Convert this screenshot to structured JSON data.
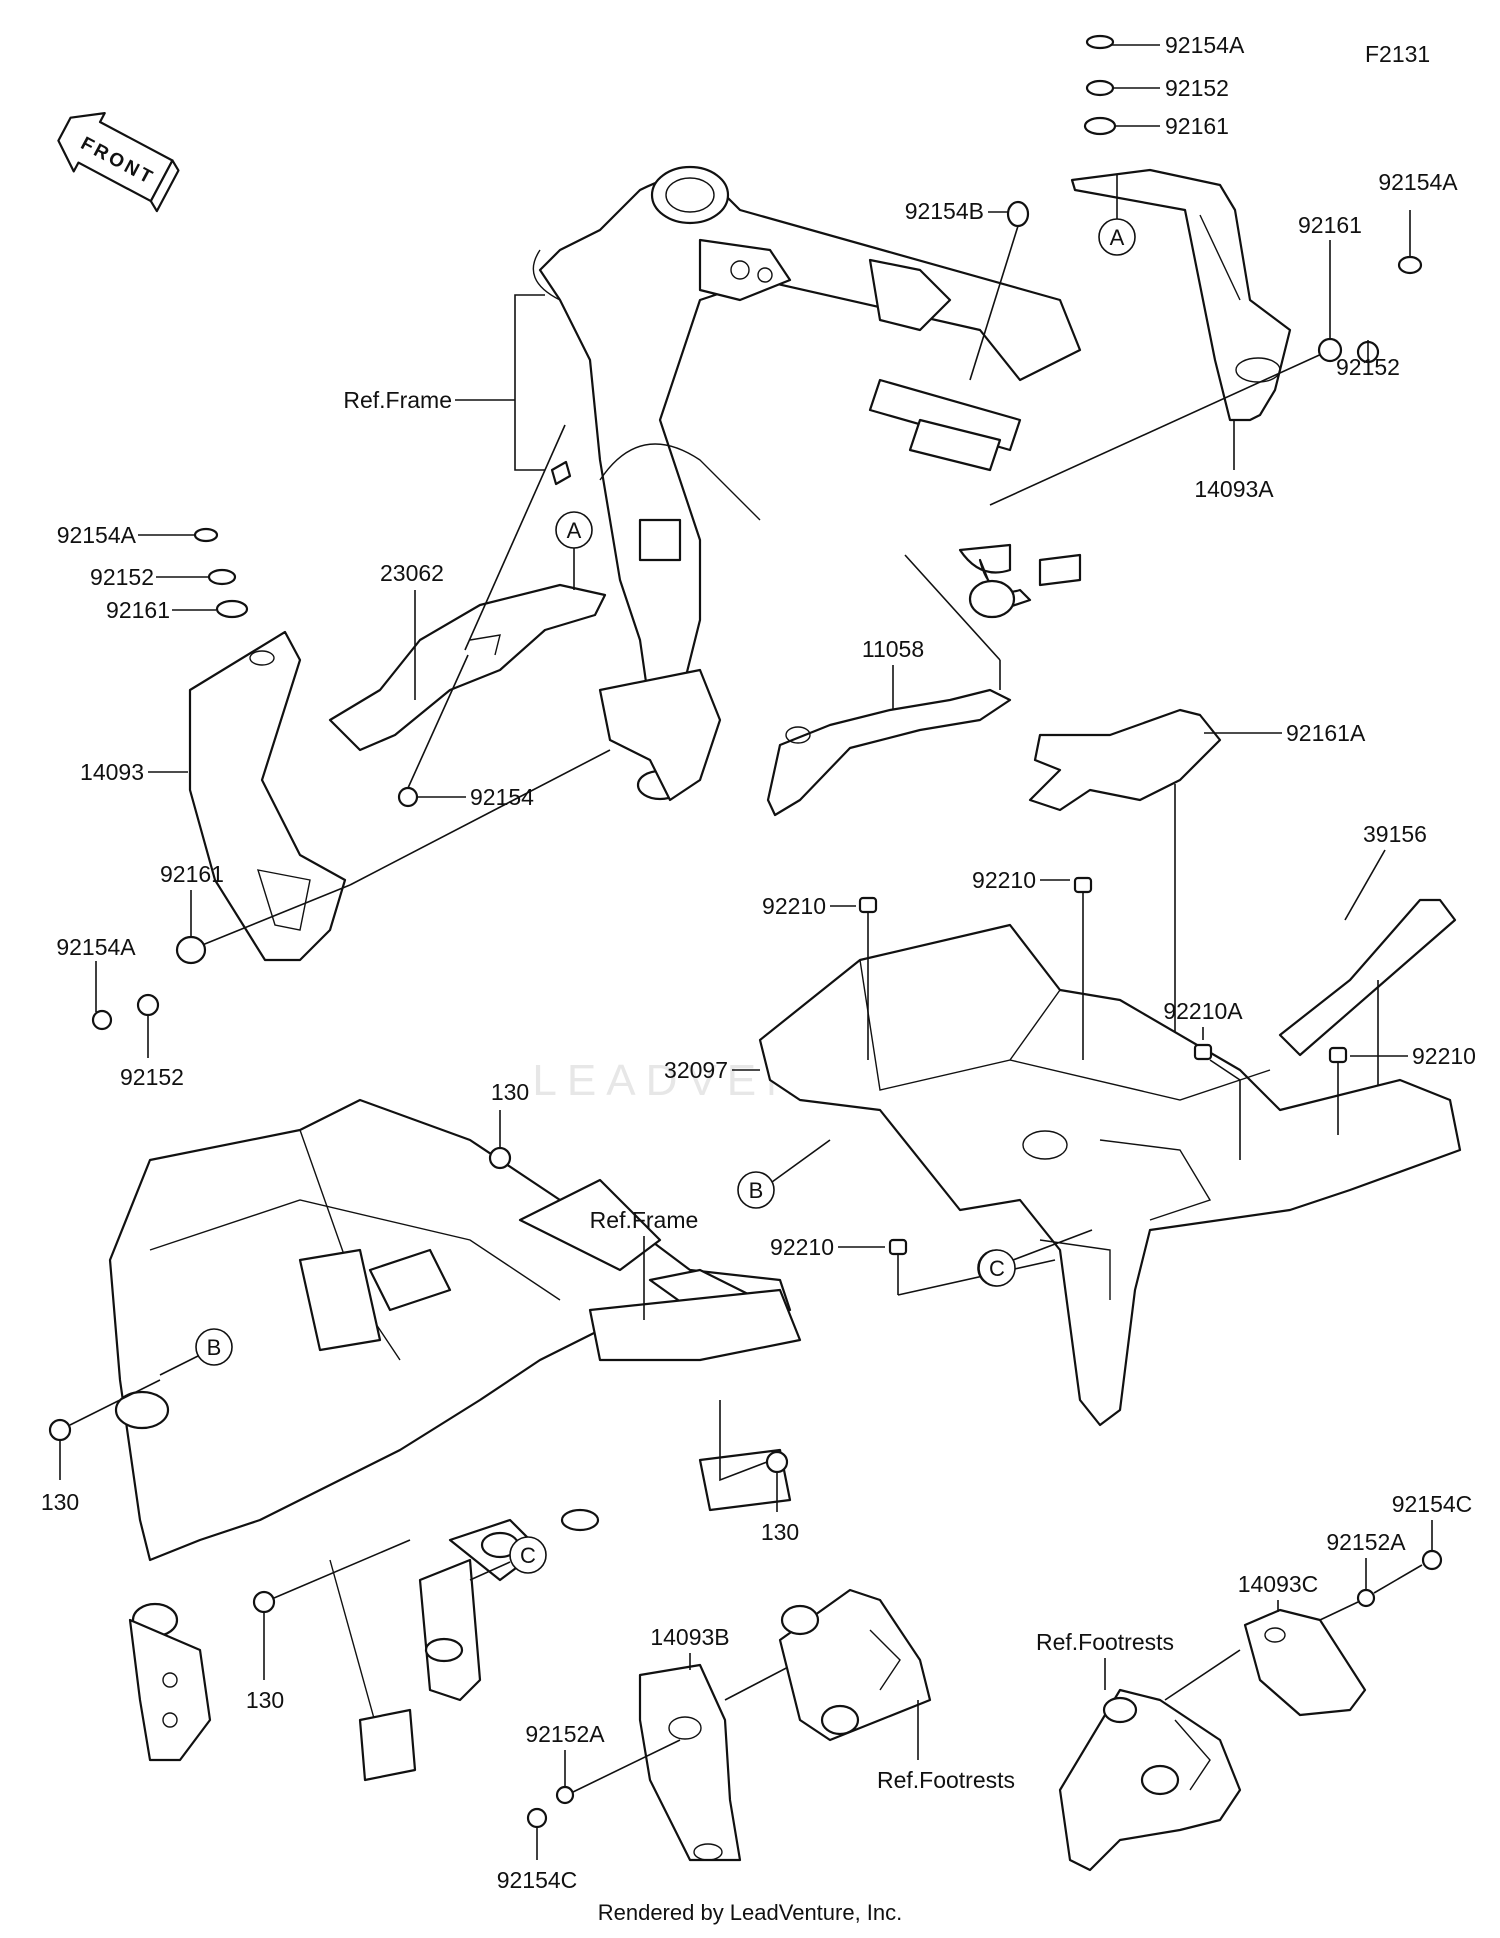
{
  "diagram_code": "F2131",
  "front_label": "FRONT",
  "watermark": "LEADVENTURE",
  "footer": "Rendered by LeadVenture, Inc.",
  "part_numbers": {
    "p92154A": "92154A",
    "p92152": "92152",
    "p92161": "92161",
    "p92154B": "92154B",
    "p14093A": "14093A",
    "p23062": "23062",
    "p14093": "14093",
    "p92154": "92154",
    "p11058": "11058",
    "p92161A": "92161A",
    "p39156": "39156",
    "p92210": "92210",
    "p92210A": "92210A",
    "p32097": "32097",
    "p130": "130",
    "p14093B": "14093B",
    "p14093C": "14093C",
    "p92152A": "92152A",
    "p92154C": "92154C"
  },
  "references": {
    "frame": "Ref.Frame",
    "footrests": "Ref.Footrests"
  },
  "markers": {
    "A": "A",
    "B": "B",
    "C": "C"
  }
}
